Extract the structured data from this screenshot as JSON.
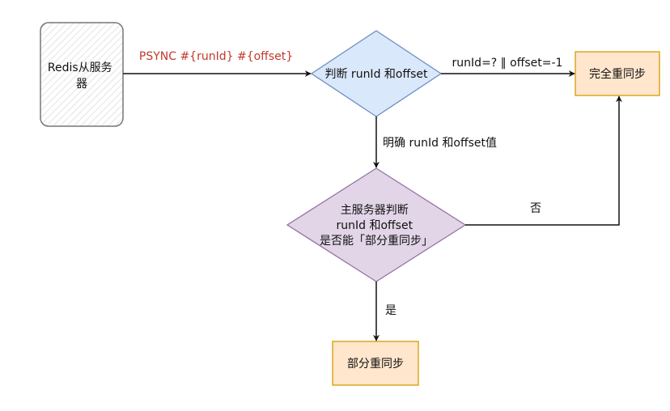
{
  "colors": {
    "decision_fill": "#dae8fc",
    "decision_stroke": "#6c8ebf",
    "decision2_fill": "#e1d5e7",
    "decision2_stroke": "#9673a6",
    "result_fill": "#ffe6cc",
    "result_stroke": "#d79b00",
    "edge": "#111111",
    "psync_text": "#c0392b"
  },
  "nodes": {
    "slave": {
      "line1": "Redis从服务",
      "line2": "器"
    },
    "check": {
      "label": "判断 runId 和offset"
    },
    "full_sync": {
      "label": "完全重同步"
    },
    "master_check": {
      "line1": "主服务器判断",
      "line2": "runId 和offset",
      "line3": "是否能「部分重同步」"
    },
    "partial_sync": {
      "label": "部分重同步"
    }
  },
  "edges": {
    "psync": "PSYNC #{runId} #{offset}",
    "unknown": "runId=? ‖ offset=-1",
    "explicit": "明确 runId 和offset值",
    "no": "否",
    "yes": "是"
  }
}
